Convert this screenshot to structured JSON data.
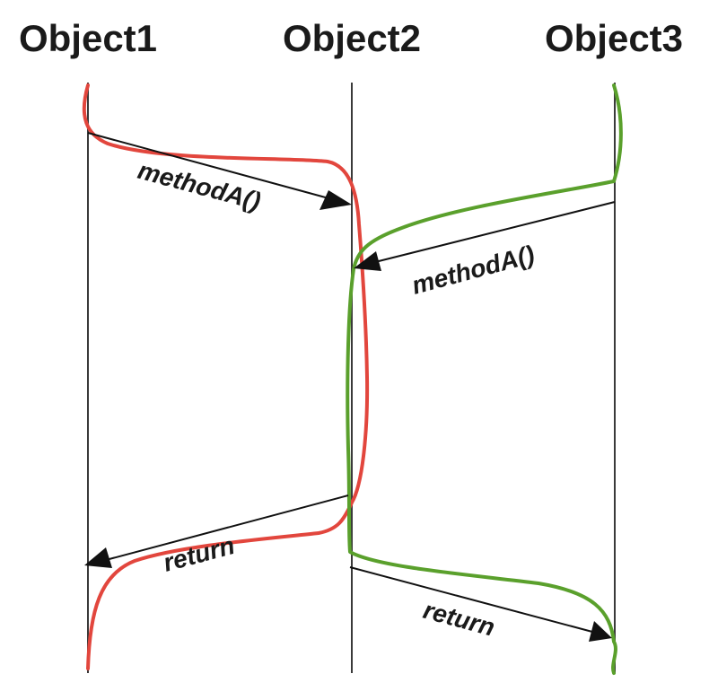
{
  "objects": [
    {
      "name": "Object1"
    },
    {
      "name": "Object2"
    },
    {
      "name": "Object3"
    }
  ],
  "messages": {
    "call_1_to_2": "methodA()",
    "call_3_to_2": "methodA()",
    "return_2_to_1": "return",
    "return_2_to_3": "return"
  },
  "colors": {
    "thread_1": "#e2463d",
    "thread_2": "#5aa02c",
    "lifeline": "#3a3a3a",
    "arrow": "#111111"
  }
}
